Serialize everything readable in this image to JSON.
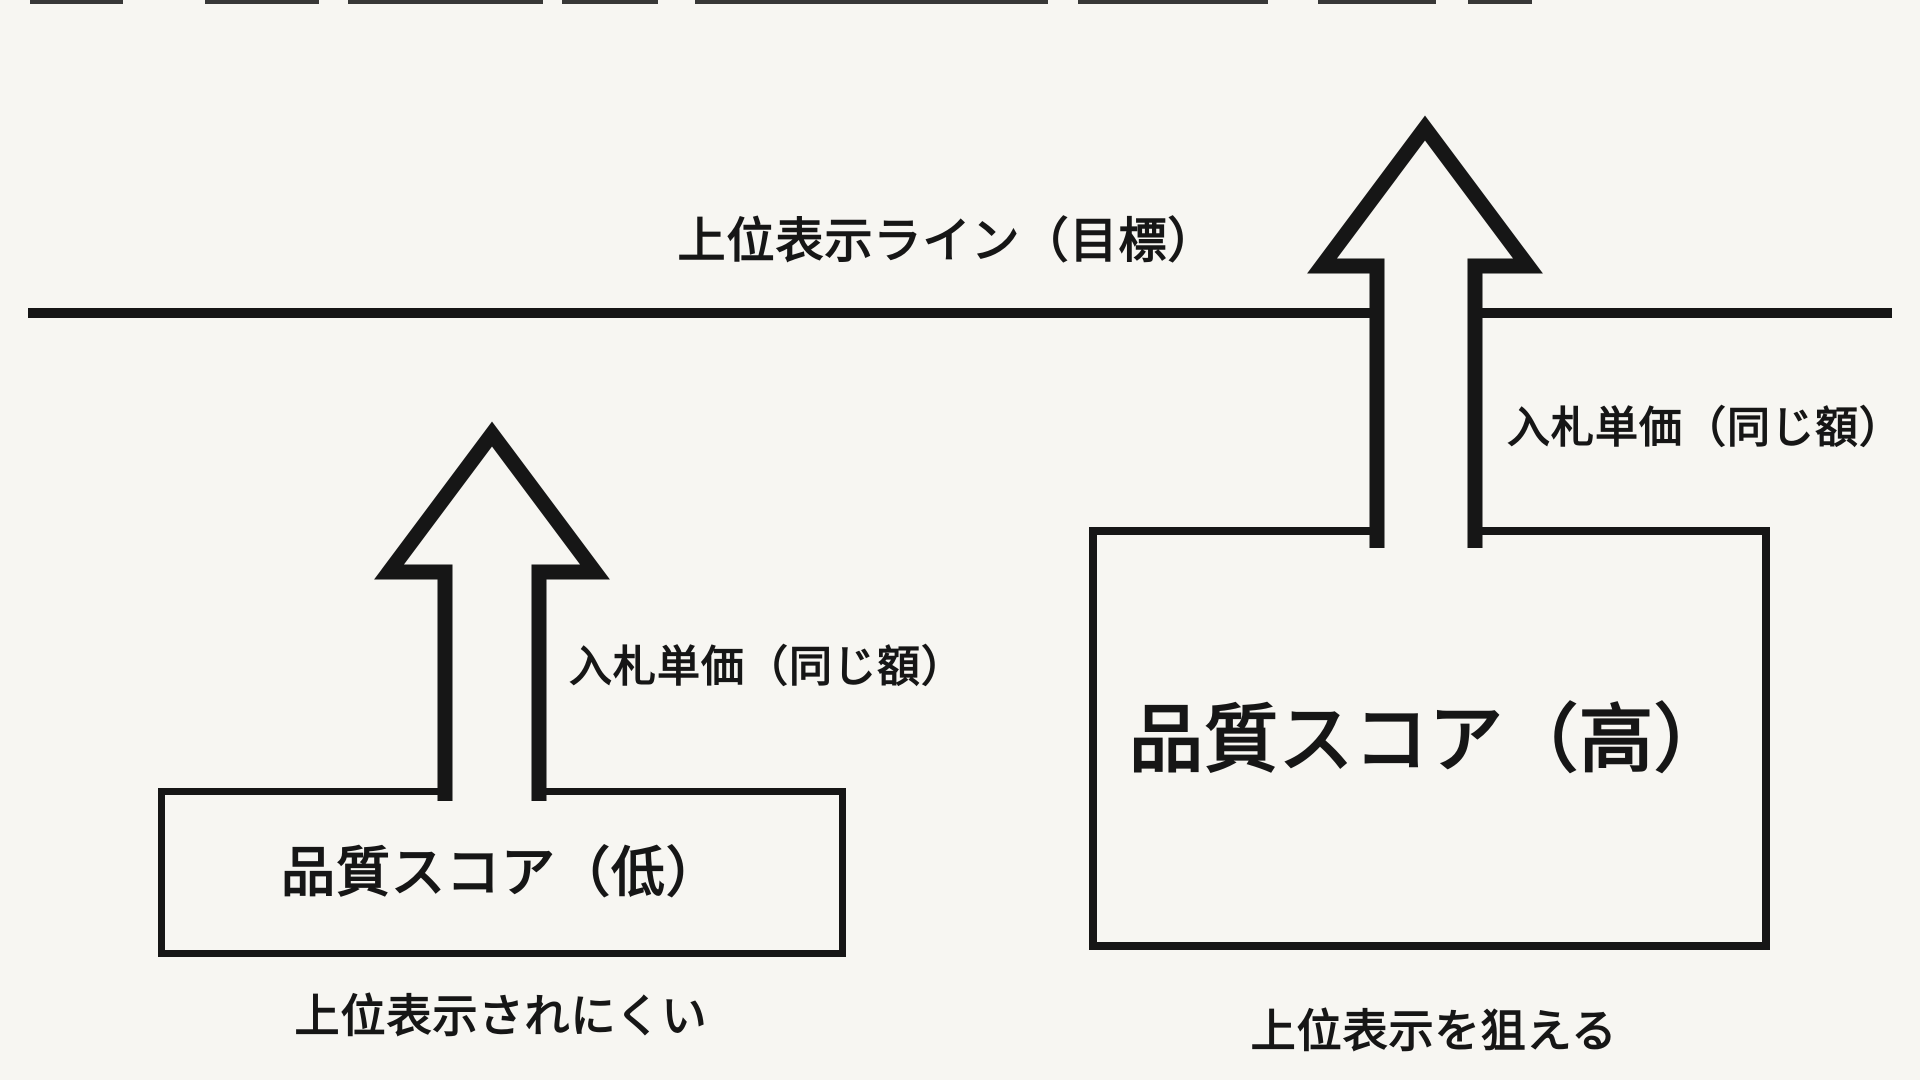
{
  "page": {
    "background_color": "#f7f6f2",
    "ink_color": "#161616"
  },
  "target_line": {
    "label": "上位表示ライン（目標）"
  },
  "left_scenario": {
    "arrow_label": "入札単価（同じ額）",
    "box_label": "品質スコア（低）",
    "caption": "上位表示されにくい"
  },
  "right_scenario": {
    "arrow_label": "入札単価（同じ額）",
    "box_label": "品質スコア（高）",
    "caption": "上位表示を狙える"
  }
}
